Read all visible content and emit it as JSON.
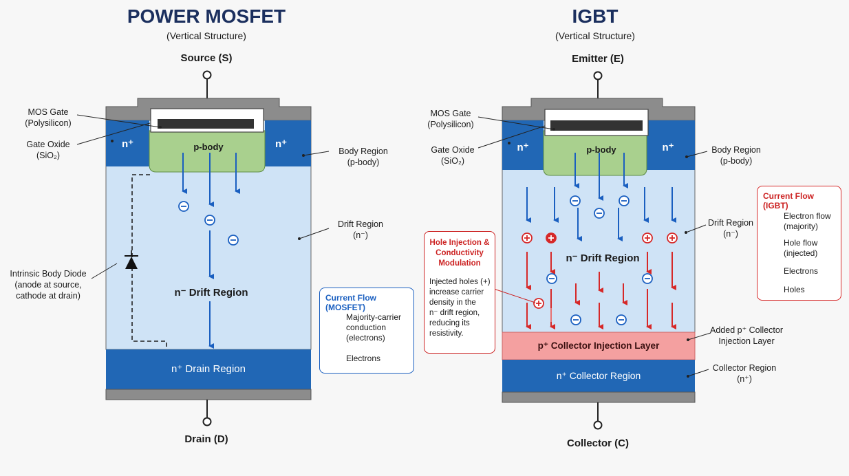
{
  "mosfet": {
    "title": "POWER MOSFET",
    "subtitle": "(Vertical Structure)",
    "source_terminal": "Source (S)",
    "drain_terminal": "Drain (D)",
    "gate_label": [
      "MOS Gate",
      "(Polysilicon)"
    ],
    "oxide_label": [
      "Gate Oxide",
      "(SiO₂)"
    ],
    "body_label": [
      "Body Region",
      "(p-body)"
    ],
    "drift_label": [
      "Drift Region",
      "(n⁻)"
    ],
    "diode_label": [
      "Intrinsic Body Diode",
      "(anode at source,",
      "cathode at drain)"
    ],
    "nplus_left": "n⁺",
    "nplus_right": "n⁺",
    "pbody": "p-body",
    "drift_region": "n⁻  Drift Region",
    "drain_region": "n⁺ Drain Region",
    "legend": {
      "title": "Current Flow (MOSFET)",
      "items": [
        "Majority-carrier",
        "conduction",
        "(electrons)"
      ],
      "electrons": "Electrons"
    }
  },
  "igbt": {
    "title": "IGBT",
    "subtitle": "(Vertical Structure)",
    "emitter_terminal": "Emitter (E)",
    "collector_terminal": "Collector (C)",
    "gate_label": [
      "MOS Gate",
      "(Polysilicon)"
    ],
    "oxide_label": [
      "Gate Oxide",
      "(SiO₂)"
    ],
    "body_label": [
      "Body Region",
      "(p-body)"
    ],
    "drift_label": [
      "Drift Region",
      "(n⁻)"
    ],
    "pcollector_label": [
      "Added p⁺ Collector",
      "Injection Layer"
    ],
    "collector_label": [
      "Collector Region",
      "(n⁺)"
    ],
    "nplus_left": "n⁺",
    "nplus_right": "n⁺",
    "pbody": "p-body",
    "drift_region": "n⁻  Drift Region",
    "pcollector_region": "p⁺ Collector Injection Layer",
    "collector_region": "n⁺ Collector Region",
    "note": {
      "title": [
        "Hole Injection &",
        "Conductivity",
        "Modulation"
      ],
      "body": [
        "Injected holes (+)",
        "increase carrier",
        "density in the",
        "n⁻ drift region,",
        "reducing its",
        "resistivity."
      ]
    },
    "legend": {
      "title": "Current Flow (IGBT)",
      "electron_flow": [
        "Electron flow",
        "(majority)"
      ],
      "hole_flow": [
        "Hole flow",
        "(injected)"
      ],
      "electrons": "Electrons",
      "holes": "Holes"
    }
  },
  "colors": {
    "title": "#1b2f5e",
    "nplus": "#2167b5",
    "drift": "#cfe3f6",
    "pbody": "#a9d08e",
    "metal": "#8c8c8c",
    "poly": "#333333",
    "pcollector": "#f4a0a0",
    "electron": "#1a5fc0",
    "hole": "#d62828"
  }
}
